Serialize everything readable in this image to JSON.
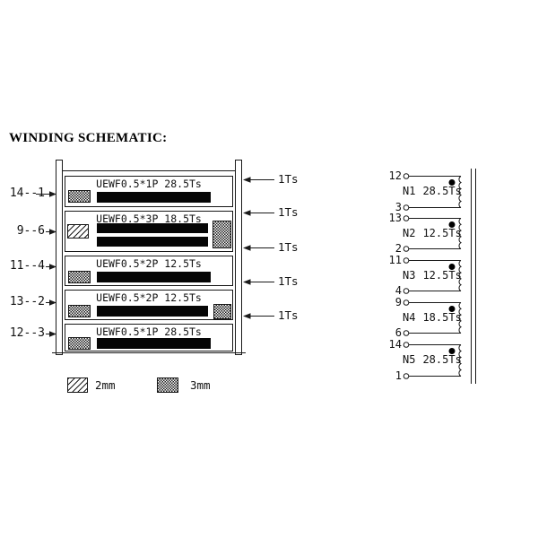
{
  "title": "WINDING SCHEMATIC:",
  "stack": {
    "rows": [
      {
        "pin": "14--1",
        "label": "UEWF0.5*1P 28.5Ts",
        "tape_label": "1Ts"
      },
      {
        "pin": "9--6",
        "label": "UEWF0.5*3P 18.5Ts",
        "tape_label": "1Ts"
      },
      {
        "pin": "11--4",
        "label": "UEWF0.5*2P 12.5Ts",
        "tape_label": "1Ts"
      },
      {
        "pin": "13--2",
        "label": "UEWF0.5*2P 12.5Ts",
        "tape_label": "1Ts"
      },
      {
        "pin": "12--3",
        "label": "UEWF0.5*1P 28.5Ts",
        "tape_label": "1Ts"
      }
    ]
  },
  "legend": {
    "hatch_label": "2mm",
    "dot_label": "3mm"
  },
  "right_schematic": {
    "windings": [
      {
        "name": "N1",
        "turns": "28.5Ts",
        "top_pin": "12",
        "bottom_pin": "3"
      },
      {
        "name": "N2",
        "turns": "12.5Ts",
        "top_pin": "13",
        "bottom_pin": "2"
      },
      {
        "name": "N3",
        "turns": "12.5Ts",
        "top_pin": "11",
        "bottom_pin": "4"
      },
      {
        "name": "N4",
        "turns": "18.5Ts",
        "top_pin": "9",
        "bottom_pin": "6"
      },
      {
        "name": "N5",
        "turns": "28.5Ts",
        "top_pin": "14",
        "bottom_pin": "1"
      }
    ]
  },
  "colors": {
    "line": "#1a1a1a",
    "winding_fill": "#000000",
    "background": "#ffffff"
  }
}
